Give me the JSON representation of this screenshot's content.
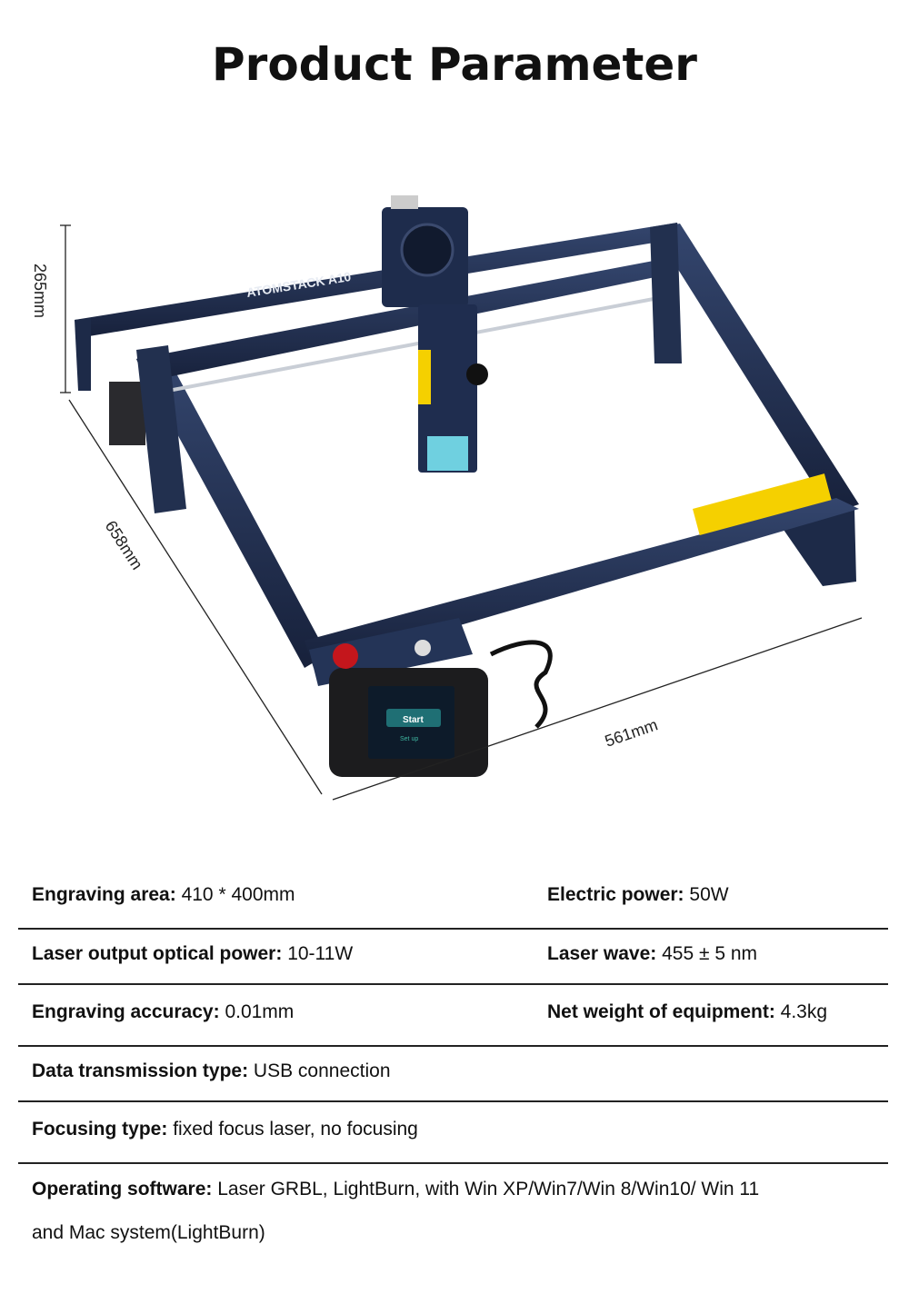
{
  "title": "Product Parameter",
  "product": {
    "logo": "ATOMSTACK A10",
    "screen_button": "Start",
    "screen_sub": "Set up",
    "dimensions": {
      "height": "265mm",
      "depth": "658mm",
      "width": "561mm"
    },
    "colors": {
      "frame": "#1f2d4f",
      "controller": "#1c1c1e",
      "estop": "#c4161c",
      "warning": "#f5d000"
    }
  },
  "specs": [
    {
      "label": "Engraving area:",
      "value": "410 * 400mm"
    },
    {
      "label": "Electric power:",
      "value": "50W"
    },
    {
      "label": "Laser output optical power:",
      "value": "10-11W"
    },
    {
      "label": "Laser wave:",
      "value": "455 ± 5 nm"
    },
    {
      "label": "Engraving accuracy:",
      "value": "0.01mm"
    },
    {
      "label": "Net weight of equipment:",
      "value": "4.3kg"
    },
    {
      "label": "Data transmission type:",
      "value": "USB connection"
    },
    {
      "label": "Focusing type:",
      "value": "fixed focus laser, no focusing"
    },
    {
      "label": "Operating software:",
      "value": " Laser GRBL, LightBurn, with Win XP/Win7/Win 8/Win10/ Win 11"
    },
    {
      "label": "",
      "value": "and Mac system(LightBurn)"
    }
  ]
}
